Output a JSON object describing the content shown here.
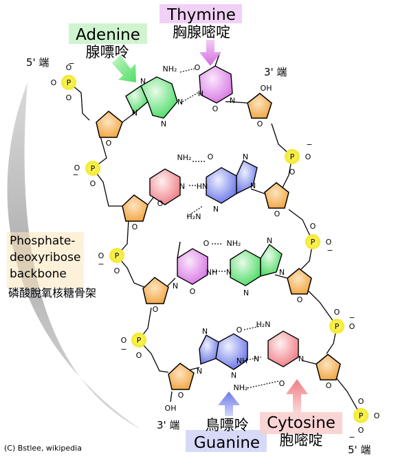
{
  "labels": {
    "adenine_en": "Adenine",
    "adenine_zh": "腺嘌呤",
    "thymine_en": "Thymine",
    "thymine_zh": "胸腺嘧啶",
    "guanine_en": "Guanine",
    "guanine_zh": "鳥嘌呤",
    "cytosine_en": "Cytosine",
    "cytosine_zh": "胞嘧啶",
    "backbone_line1": "Phosphate-",
    "backbone_line2": "deoxyribose",
    "backbone_line3": "backbone",
    "backbone_zh": "磷酸脫氧核糖骨架",
    "end5_top": "5' 端",
    "end3_top": "3' 端",
    "end3_bottom": "3' 端",
    "end5_bottom": "5' 端",
    "credit": "(C) Bstlee, wikipedia"
  },
  "atoms": {
    "P": "P",
    "O": "O",
    "N": "N",
    "H": "H",
    "NH2": "NH₂",
    "H2N": "H₂N",
    "HN": "HN",
    "NH": "NH",
    "OH": "OH",
    "minus": "−"
  },
  "colors": {
    "adenine": "#3fd85a",
    "thymine": "#d46ee0",
    "guanine": "#6a78e8",
    "cytosine": "#ee7f86",
    "sugar": "#f2a640",
    "phosphate": "#f4ec34",
    "adenine_highlight": "#c8f2c8",
    "thymine_highlight": "#f0c9f4",
    "guanine_highlight": "#cfd2f6",
    "cytosine_highlight": "#f9cccc",
    "backbone_highlight": "#fbe6bc",
    "arc": "#b8b8b8"
  }
}
